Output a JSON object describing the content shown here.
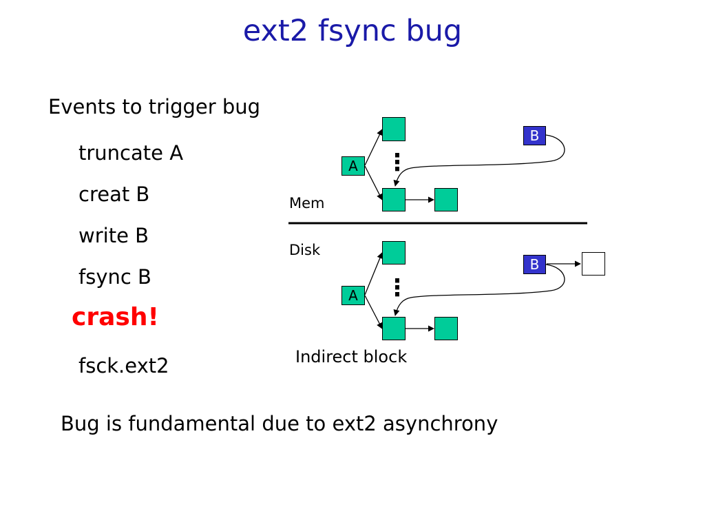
{
  "title": "ext2 fsync bug",
  "heading": "Events to trigger bug",
  "steps": [
    "truncate A",
    "creat B",
    "write B",
    "fsync B"
  ],
  "crash": "crash!",
  "recovery": "fsck.ext2",
  "footer": "Bug is fundamental due to ext2 asynchrony",
  "diagram": {
    "mem_label": "Mem",
    "disk_label": "Disk",
    "indirect_label": "Indirect block",
    "inode_a": "A",
    "inode_b": "B",
    "ellipsis": "⋮"
  },
  "colors": {
    "title": "#1a1aa8",
    "crash": "#ff0000",
    "block": "#00cc99",
    "inode_b": "#3333cc"
  }
}
